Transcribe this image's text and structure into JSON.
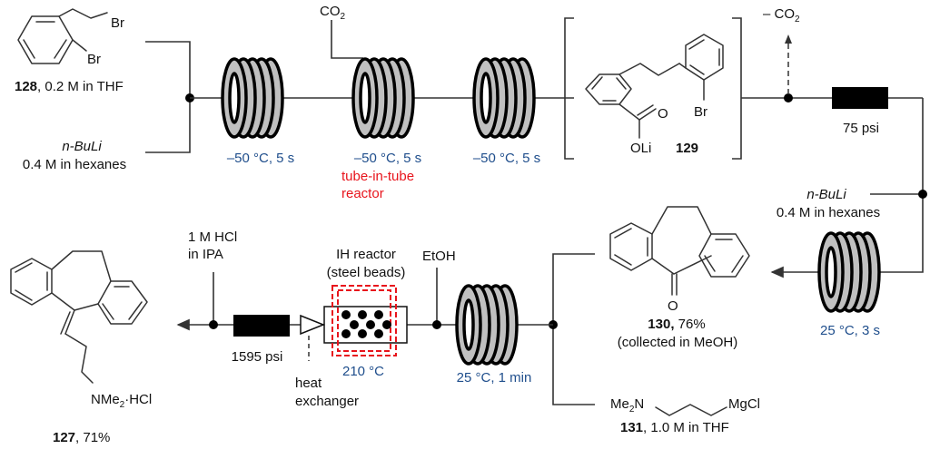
{
  "title": "Continuous-flow synthesis of amitriptyline hydrochloride",
  "reagents": {
    "r128_label": "128",
    "r128_desc": ", 0.2 M in THF",
    "br": "Br",
    "buli1_name": "n-BuLi",
    "buli1_conc": "0.4 M in hexanes",
    "co2": "CO",
    "co2_sub": "2",
    "minus_co2": "– CO",
    "buli2_name": "n-BuLi",
    "buli2_conc": "0.4 M in hexanes",
    "etoh": "EtOH",
    "hcl_line1": "1 M HCl",
    "hcl_line2": "in IPA",
    "r131_me2n": "Me",
    "r131_sub": "2",
    "r131_n": "N",
    "r131_mgcl": "MgCl",
    "r131_label": "131",
    "r131_desc": ", 1.0 M in THF"
  },
  "reactors": [
    {
      "id": "coil-1",
      "condition": "–50 °C, 5 s"
    },
    {
      "id": "coil-2",
      "condition": "–50 °C, 5 s",
      "note_line1": "tube-in-tube",
      "note_line2": "reactor"
    },
    {
      "id": "coil-3",
      "condition": "–50 °C, 5 s"
    },
    {
      "id": "coil-4",
      "condition": "25 °C, 3 s"
    },
    {
      "id": "coil-5",
      "condition": "25 °C, 1 min"
    }
  ],
  "bpr": [
    {
      "id": "bpr-1",
      "pressure": "75 psi"
    },
    {
      "id": "bpr-2",
      "pressure": "1595 psi"
    }
  ],
  "ih_reactor": {
    "line1": "IH reactor",
    "line2": "(steel beads)",
    "temp": "210 °C"
  },
  "heat_exchanger": {
    "line1": "heat",
    "line2": "exchanger"
  },
  "intermediates": {
    "i129_label": "129",
    "i129_oli": "OLi",
    "i129_o": "O",
    "i129_br": "Br"
  },
  "products": {
    "p130_label": "130,",
    "p130_yield": " 76%",
    "p130_note": "(collected in MeOH)",
    "p130_o": "O",
    "p127_label": "127",
    "p127_yield": ", 71%",
    "p127_nme": "NMe",
    "p127_sub": "2",
    "p127_hcl": "·HCl"
  },
  "colors": {
    "condition_blue": "#1f4e8c",
    "note_red": "#e8141c",
    "coil_gray": "#c0c0c0"
  }
}
